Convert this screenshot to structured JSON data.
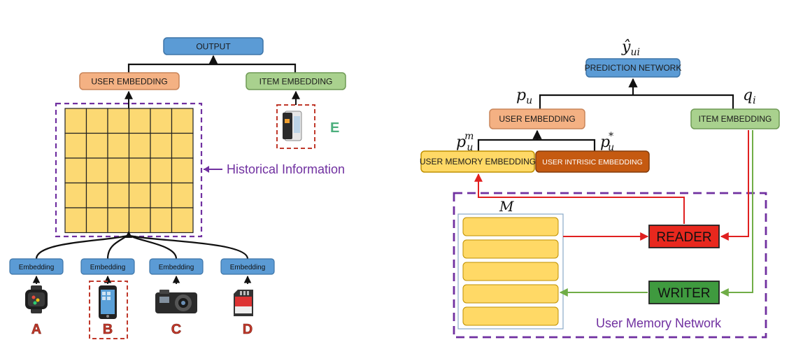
{
  "left": {
    "output": "OUTPUT",
    "user_embedding": "USER EMBEDDING",
    "item_embedding": "ITEM EMBEDDING",
    "historical_label": "Historical Information",
    "target_item_letter": "E",
    "embedding_label": "Embedding",
    "items": [
      {
        "letter": "A",
        "icon": "smartwatch-icon"
      },
      {
        "letter": "B",
        "icon": "smartphone-icon"
      },
      {
        "letter": "C",
        "icon": "camera-icon"
      },
      {
        "letter": "D",
        "icon": "sd-card-icon"
      }
    ],
    "target_item_icon": "phone-case-icon"
  },
  "right": {
    "y_hat_base": "ŷ",
    "y_hat_sub": "ui",
    "prediction_network": "PREDICTION NETWORK",
    "p_u_base": "p",
    "p_u_sub": "u",
    "q_i_base": "q",
    "q_i_sub": "i",
    "user_embedding": "USER EMBEDDING",
    "item_embedding": "ITEM EMBEDDING",
    "p_m_sup": "m",
    "p_star_sup": "*",
    "user_memory_embedding": "USER MEMORY EMBEDDING",
    "user_intrinsic_embedding": "USER INTRISIC EMBEDDING",
    "memory_label": "M",
    "reader": "READER",
    "writer": "WRITER",
    "network_label": "User Memory Network"
  },
  "colors": {
    "blue_box": "#5b9bd5",
    "orange_box": "#f4b183",
    "green_box": "#a9d18e",
    "yellow_box": "#ffd966",
    "brown_box": "#c55a11",
    "cell": "#fcd973",
    "purple": "#7030a0",
    "red": "#e02020",
    "green_line": "#70ad47",
    "reader_fill": "#e8281e",
    "writer_fill": "#3f9a3f",
    "letter_red": "#c0392b",
    "letter_green": "#4caf7d"
  }
}
